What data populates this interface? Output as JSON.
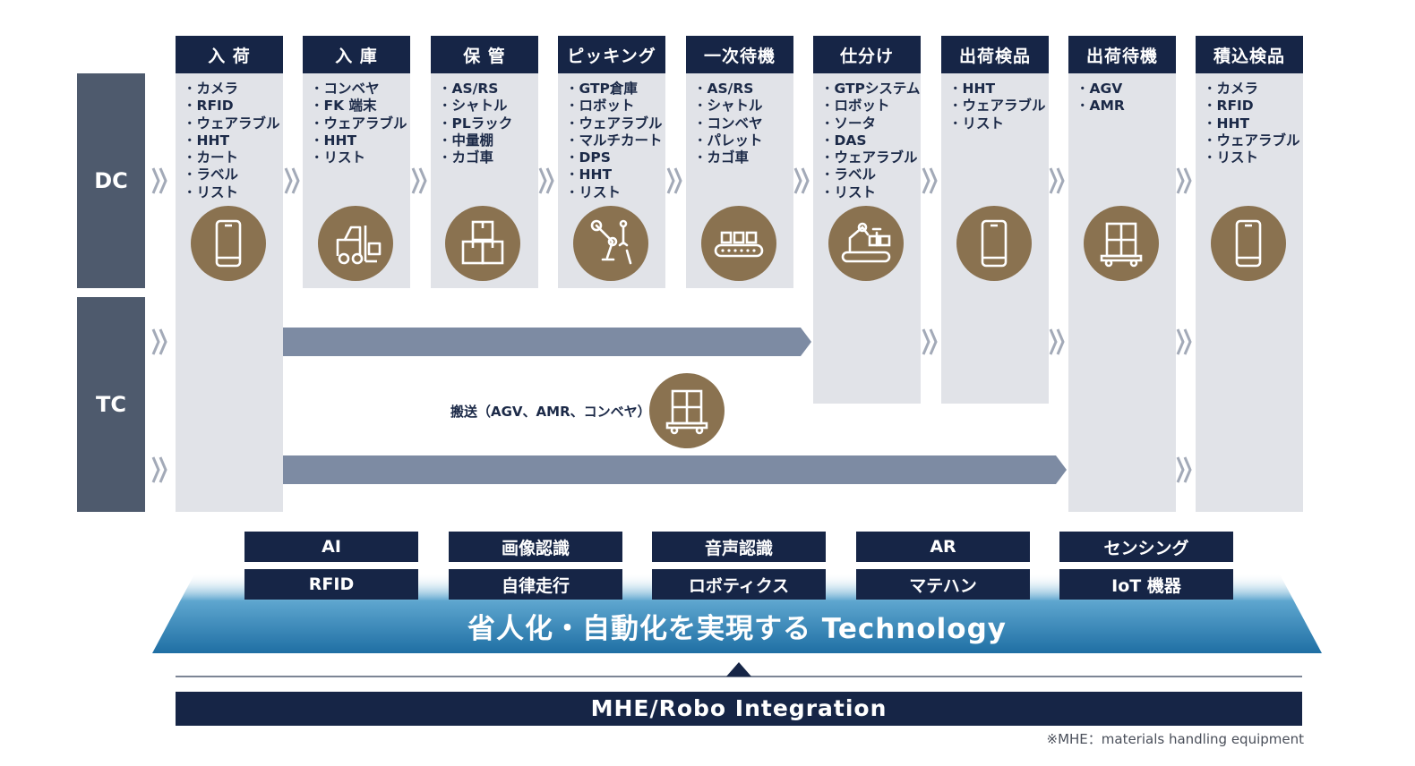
{
  "lanes": {
    "dc": "DC",
    "tc": "TC"
  },
  "columns": [
    {
      "title": "入 荷",
      "items": [
        "カメラ",
        "RFID",
        "ウェアラブル",
        "HHT",
        "カート",
        "ラベル",
        "リスト"
      ],
      "icon": "smartphone-icon"
    },
    {
      "title": "入 庫",
      "items": [
        "コンベヤ",
        "FK 端末",
        "ウェアラブル",
        "HHT",
        "リスト"
      ],
      "icon": "forklift-icon"
    },
    {
      "title": "保 管",
      "items": [
        "AS/RS",
        "シャトル",
        "PLラック",
        "中量棚",
        "カゴ車"
      ],
      "icon": "boxes-icon"
    },
    {
      "title": "ピッキング",
      "items": [
        "GTP倉庫",
        "ロボット",
        "ウェアラブル",
        "マルチカート",
        "DPS",
        "HHT",
        "リスト"
      ],
      "icon": "robot-arm-icon"
    },
    {
      "title": "一次待機",
      "items": [
        "AS/RS",
        "シャトル",
        "コンベヤ",
        "パレット",
        "カゴ車"
      ],
      "icon": "conveyor-icon"
    },
    {
      "title": "仕分け",
      "items": [
        "GTPシステム",
        "ロボット",
        "ソータ",
        "DAS",
        "ウェアラブル",
        "ラベル",
        "リスト"
      ],
      "icon": "robot-sorter-icon"
    },
    {
      "title": "出荷検品",
      "items": [
        "HHT",
        "ウェアラブル",
        "リスト"
      ],
      "icon": "smartphone-icon"
    },
    {
      "title": "出荷待機",
      "items": [
        "AGV",
        "AMR"
      ],
      "icon": "cart-icon"
    },
    {
      "title": "積込検品",
      "items": [
        "カメラ",
        "RFID",
        "HHT",
        "ウェアラブル",
        "リスト"
      ],
      "icon": "smartphone-icon"
    }
  ],
  "transport_label": "搬送（AGV、AMR、コンベヤ）",
  "technologies": {
    "row1": [
      "AI",
      "画像認識",
      "音声認識",
      "AR",
      "センシング"
    ],
    "row2": [
      "RFID",
      "自律走行",
      "ロボティクス",
      "マテハン",
      "IoT 機器"
    ]
  },
  "tech_banner": "省人化・自動化を実現する Technology",
  "integration": "MHE/Robo Integration",
  "footnote": "※MHE：materials handling equipment",
  "colors": {
    "navy": "#162546",
    "slate": "#4e5a6d",
    "panel": "#e1e3e8",
    "band": "#7d8ba3",
    "bronze": "#8a7250",
    "blue": "#2a7fb0"
  }
}
